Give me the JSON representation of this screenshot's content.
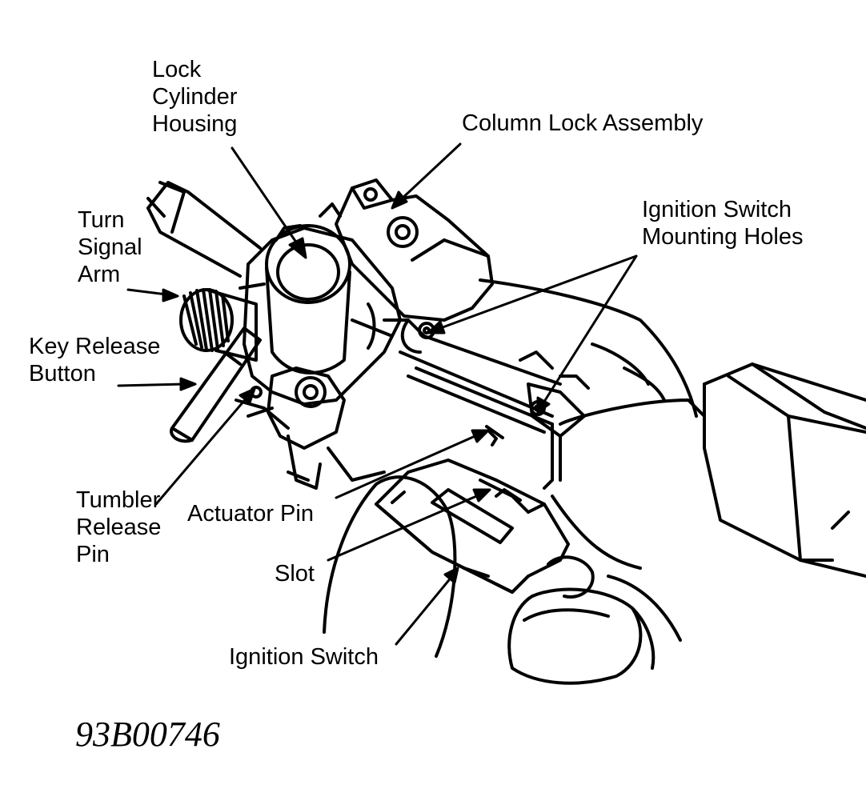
{
  "labels": {
    "lock_cylinder_housing": [
      "Lock",
      "Cylinder",
      "Housing"
    ],
    "column_lock_assembly": "Column Lock Assembly",
    "ignition_switch_mounting_holes": [
      "Ignition Switch",
      "Mounting Holes"
    ],
    "turn_signal_arm": [
      "Turn",
      "Signal",
      "Arm"
    ],
    "key_release_button": [
      "Key Release",
      "Button"
    ],
    "tumbler_release_pin": [
      "Tumbler",
      "Release",
      "Pin"
    ],
    "actuator_pin": "Actuator Pin",
    "slot": "Slot",
    "ignition_switch": "Ignition Switch"
  },
  "figure_id": "93B00746",
  "colors": {
    "ink": "#000000",
    "paper": "#ffffff"
  }
}
